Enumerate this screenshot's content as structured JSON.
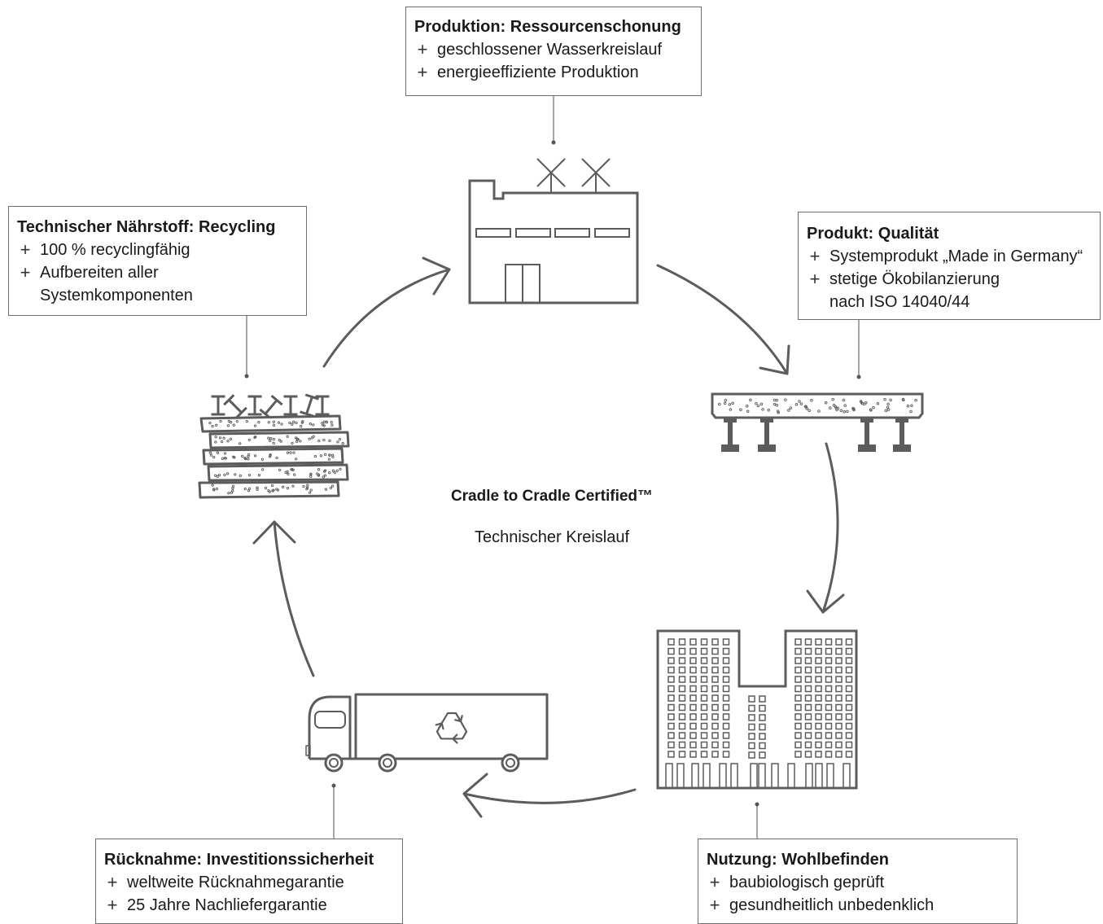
{
  "diagram": {
    "title": "Cradle to Cradle Certified™",
    "subtitle": "Technischer Kreislauf"
  },
  "bullet": "+",
  "boxes": {
    "production": {
      "heading": "Produktion: Ressourcenschonung",
      "items": [
        [
          "geschlossener Wasserkreislauf"
        ],
        [
          "energieeffiziente Produktion"
        ]
      ]
    },
    "product": {
      "heading": "Produkt: Qualität",
      "items": [
        [
          "Systemprodukt „Made in Germany“"
        ],
        [
          "stetige Ökobilanzierung",
          "nach ISO 14040/44"
        ]
      ]
    },
    "usage": {
      "heading": "Nutzung: Wohlbefinden",
      "items": [
        [
          "baubiologisch geprüft"
        ],
        [
          "gesundheitlich unbedenklich"
        ]
      ]
    },
    "takeback": {
      "heading": "Rücknahme: Investitionssicherheit",
      "items": [
        [
          "weltweite Rücknahmegarantie"
        ],
        [
          "25 Jahre Nachliefergarantie"
        ]
      ]
    },
    "recycling": {
      "heading": "Technischer Nährstoff: Recycling",
      "items": [
        [
          "100 % recyclingfähig"
        ],
        [
          "Aufbereiten aller",
          "Systemkomponenten"
        ]
      ]
    }
  },
  "icons": {
    "production": "factory-icon",
    "product": "raised-floor-icon",
    "usage": "building-icon",
    "takeback": "truck-icon",
    "recycling": "recycled-stack-icon",
    "trailer_symbol": "recycle-symbol-icon"
  },
  "colors": {
    "line": "#5c5c5c",
    "text": "#1a1a1a",
    "box_border": "#6e6e6e",
    "background": "#ffffff"
  }
}
